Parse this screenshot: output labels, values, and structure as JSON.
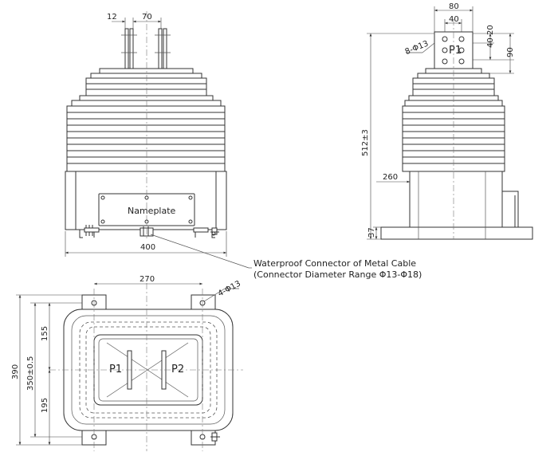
{
  "front_view": {
    "dim_top_left": "12",
    "dim_top_right": "70",
    "dim_width": "400",
    "nameplate": "Nameplate"
  },
  "callout": {
    "line1": "Waterproof Connector of Metal Cable",
    "line2": "(Connector Diameter Range Φ13-Φ18)"
  },
  "side_view": {
    "dim_80": "80",
    "dim_40": "40",
    "dim_40_20": "40",
    "dim_20": "20",
    "dim_90": "90",
    "dim_height": "512±3",
    "dim_260": "260",
    "dim_37": "37",
    "holes": "8-Φ13",
    "terminal": "P1"
  },
  "bottom_view": {
    "dim_270": "270",
    "holes": "4-Φ13",
    "dim_390": "390",
    "dim_350": "350±0.5",
    "dim_155": "155",
    "dim_195": "195",
    "p1": "P1",
    "p2": "P2"
  }
}
